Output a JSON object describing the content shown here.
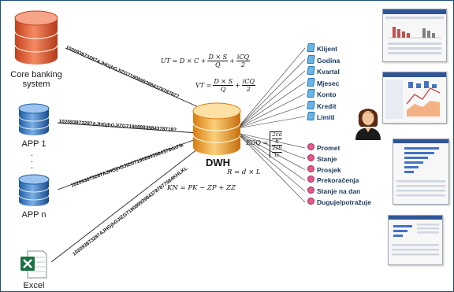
{
  "sources": [
    {
      "id": "core",
      "label_line1": "Core banking",
      "label_line2": "system",
      "color": "#e8603c"
    },
    {
      "id": "app1",
      "label": "APP 1",
      "color": "#3f7fc4"
    },
    {
      "id": "appn",
      "label": "APP n",
      "color": "#3f7fc4"
    },
    {
      "id": "excel",
      "label": "Excel"
    }
  ],
  "ellipsis": ".",
  "codes": [
    "102093873287AJHGjhGJIZG71908993984378787877",
    "102093873287AJHGjhGJIZG71908993984378718?",
    "102093873287AJHGjhGJIZG71908993984378da7fk",
    "102093873287AJHGjhGJIZG719089939843787877584KHLKL"
  ],
  "hub": {
    "label": "DWH",
    "color": "#f2a23a"
  },
  "formulas": {
    "ut": {
      "lhs": "UT = D × C +",
      "f1_num": "D × S",
      "f1_den": "Q",
      "plus": "+",
      "f2_num": "iCQ",
      "f2_den": "2"
    },
    "vt": {
      "lhs": "VT =",
      "f1_num": "D × S",
      "f1_den": "Q",
      "plus": "+",
      "f2_num": "iCQ",
      "f2_den": "2"
    },
    "eoq": {
      "lhs": "EOQ =",
      "num": "2ca",
      "den_num": "h",
      "den_den": "2sb",
      "den_tail": "ic"
    },
    "r": "R = d × L",
    "kn": "KN = PK − ZP + ZZ"
  },
  "dimensions": [
    "Klijent",
    "Godina",
    "Kvartal",
    "Mjesec",
    "Konto",
    "Kredit",
    "Limiti"
  ],
  "measures": [
    "Promet",
    "Stanje",
    "Prosjek",
    "Prekoračenja",
    "Stanje na dan",
    "Duguje/potražuje"
  ],
  "colors": {
    "frame": "#1f4e79",
    "dimension_marker": "#6ab4e6",
    "measure_marker": "#e05a8a",
    "text_dark": "#17375e",
    "line": "#222222"
  },
  "icons": {
    "user": "user-avatar-icon",
    "excel": "excel-file-icon",
    "database": "database-icon"
  }
}
